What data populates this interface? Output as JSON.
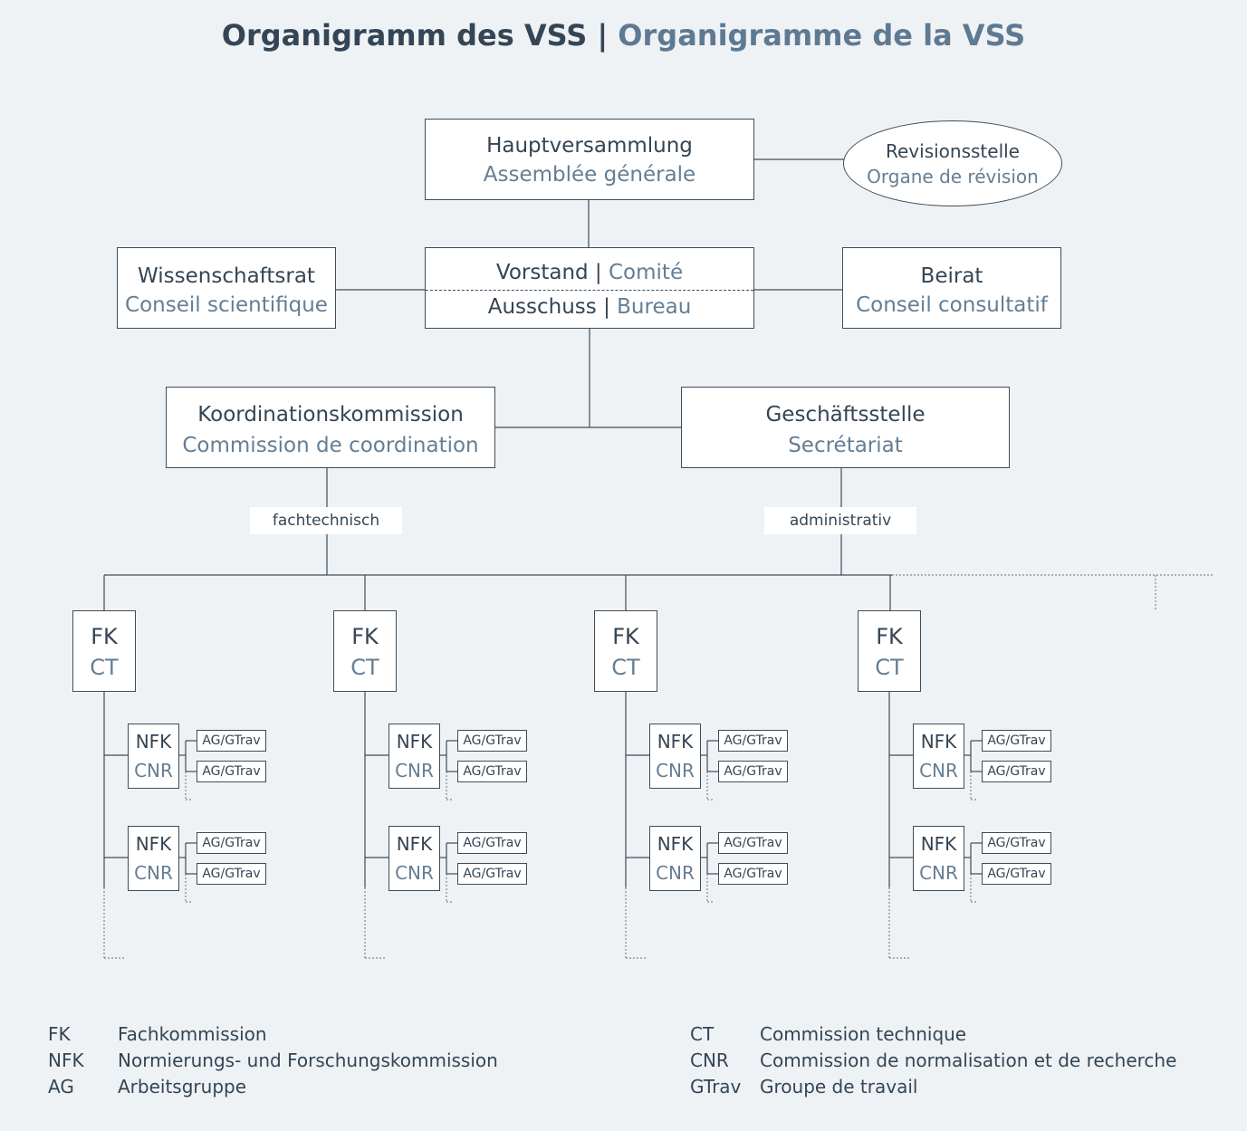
{
  "title": {
    "de": "Organigramm des VSS",
    "separator": "|",
    "fr": "Organigramme de la VSS"
  },
  "nodes": {
    "hauptversammlung": {
      "de": "Hauptversammlung",
      "fr": "Assemblée générale"
    },
    "revisionsstelle": {
      "de": "Revisionsstelle",
      "fr": "Organe de révision"
    },
    "wissenschaftsrat": {
      "de": "Wissenschaftsrat",
      "fr": "Conseil scientifique"
    },
    "vorstand": {
      "de": "Vorstand",
      "sep": " | ",
      "fr": "Comité"
    },
    "ausschuss": {
      "de": "Ausschuss",
      "sep": " | ",
      "fr": "Bureau"
    },
    "beirat": {
      "de": "Beirat",
      "fr": "Conseil consultatif"
    },
    "koordination": {
      "de": "Koordinationskommission",
      "fr": "Commission de coordination"
    },
    "geschaeftsstelle": {
      "de": "Geschäftsstelle",
      "fr": "Secrétariat"
    }
  },
  "branch_labels": {
    "fachtechnisch": "fachtechnisch",
    "administrativ": "administrativ"
  },
  "commission": {
    "de": "FK",
    "fr": "CT"
  },
  "subcommission": {
    "de": "NFK",
    "fr": "CNR"
  },
  "working_group": "AG/GTrav",
  "legend": {
    "left": [
      {
        "abbr": "FK",
        "text": "Fachkommission"
      },
      {
        "abbr": "NFK",
        "text": "Normierungs- und Forschungskommission"
      },
      {
        "abbr": "AG",
        "text": "Arbeitsgruppe"
      }
    ],
    "right": [
      {
        "abbr": "CT",
        "text": "Commission technique"
      },
      {
        "abbr": "CNR",
        "text": "Commission de normalisation et de recherche"
      },
      {
        "abbr": "GTrav",
        "text": "Groupe de travail"
      }
    ]
  }
}
